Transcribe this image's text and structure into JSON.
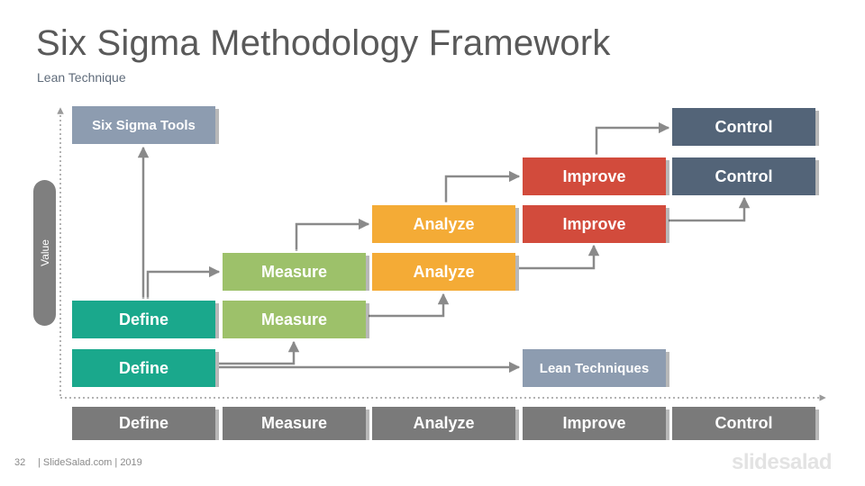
{
  "title": "Six Sigma Methodology Framework",
  "subtitle": "Lean Technique",
  "y_axis_label": "Value",
  "boxes": {
    "six_sigma_tools": "Six Sigma Tools",
    "lean_techniques": "Lean Techniques",
    "define_top": "Define",
    "define_bottom": "Define",
    "measure_top": "Measure",
    "measure_bottom": "Measure",
    "analyze_top": "Analyze",
    "analyze_bottom": "Analyze",
    "improve_top": "Improve",
    "improve_bottom": "Improve",
    "control_top": "Control",
    "control_bottom": "Control"
  },
  "phases": [
    "Define",
    "Measure",
    "Analyze",
    "Improve",
    "Control"
  ],
  "colors": {
    "define": "#1aa88c",
    "measure": "#9dc16a",
    "analyze": "#f4ab36",
    "improve": "#d24b3c",
    "control": "#536478",
    "tools": "#8d9cb0",
    "phase_bar": "#7a7a7a",
    "arrow": "#8a8a8a"
  },
  "footer": {
    "page_number": "32",
    "text": "| SlideSalad.com | 2019",
    "brand": "slidesalad"
  }
}
